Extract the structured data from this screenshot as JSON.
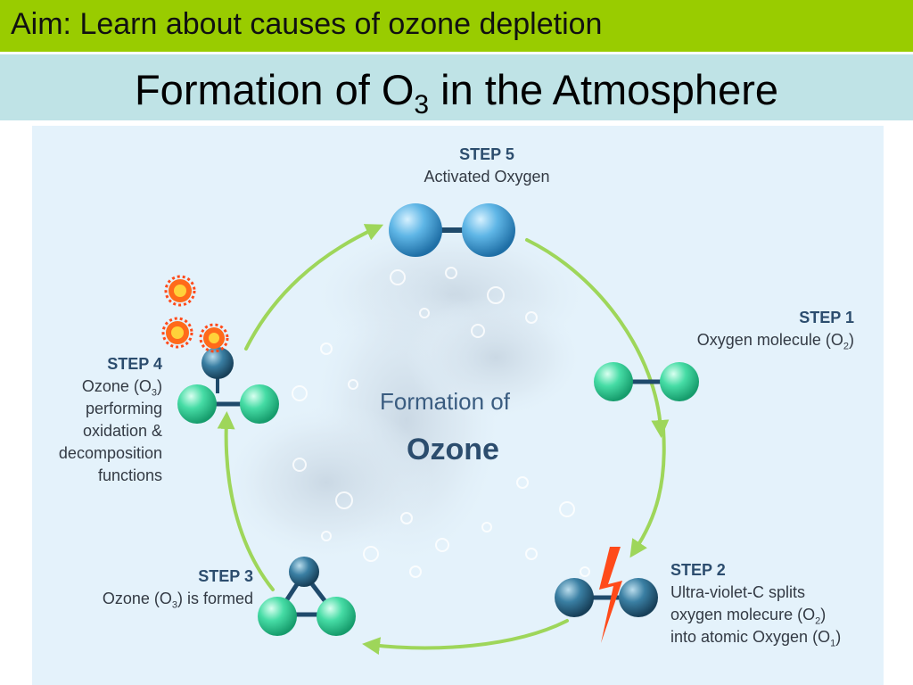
{
  "header": {
    "aim": "Aim: Learn about causes of ozone depletion",
    "title_prefix": "Formation of O",
    "title_sub": "3",
    "title_suffix": " in the Atmosphere"
  },
  "diagram": {
    "center_line1": "Formation of",
    "center_line2": "Ozone",
    "steps": {
      "step5": {
        "label": "STEP 5",
        "line1": "Activated Oxygen"
      },
      "step1": {
        "label": "STEP 1",
        "line1_pre": "Oxygen molecule (O",
        "line1_sub": "2",
        "line1_post": ")"
      },
      "step2": {
        "label": "STEP 2",
        "line1": "Ultra-violet-C splits",
        "line2_pre": "oxygen molecure (O",
        "line2_sub": "2",
        "line2_post": ")",
        "line3_pre": "into atomic Oxygen (O",
        "line3_sub": "1",
        "line3_post": ")"
      },
      "step3": {
        "label": "STEP 3",
        "line1_pre": "Ozone (O",
        "line1_sub": "3",
        "line1_post": ") is formed"
      },
      "step4": {
        "label": "STEP 4",
        "line1_pre": "Ozone (O",
        "line1_sub": "3",
        "line1_post": ")",
        "line2": "performing",
        "line3": "oxidation &",
        "line4": "decomposition",
        "line5": "functions"
      }
    },
    "colors": {
      "blue_atom": "#4aa3d8",
      "green_atom": "#3ed39a",
      "dark_atom": "#2e6d8f",
      "arrow": "#9ed65a",
      "background": "#e4f2fb",
      "lightning": "#ff4a1a"
    }
  }
}
